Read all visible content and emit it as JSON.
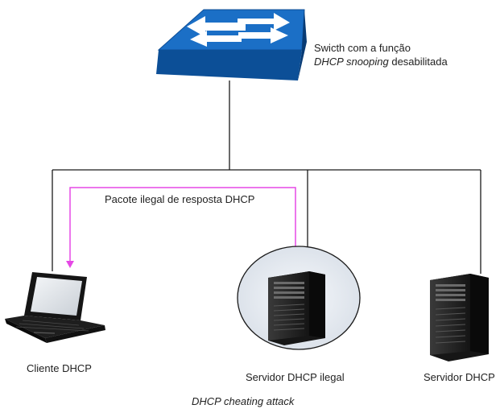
{
  "switch": {
    "label_line1": "Swicth com a função",
    "label_italic": "DHCP snooping",
    "label_rest": " desabilitada",
    "icon": "network-switch-icon"
  },
  "packet_label": "Pacote ilegal de resposta DHCP",
  "nodes": {
    "client": {
      "label": "Cliente DHCP",
      "icon": "laptop-icon"
    },
    "rogue_server": {
      "label": "Servidor DHCP ilegal",
      "icon": "server-tower-icon"
    },
    "server": {
      "label": "Servidor DHCP",
      "icon": "server-tower-icon"
    }
  },
  "caption": "DHCP cheating attack",
  "colors": {
    "switch_top": "#1a6fc4",
    "switch_side": "#0d4d94",
    "arrow": "#ffffff",
    "packet_path": "#e84be8",
    "link": "#222222",
    "highlight_circle": "#dfe6ee"
  }
}
